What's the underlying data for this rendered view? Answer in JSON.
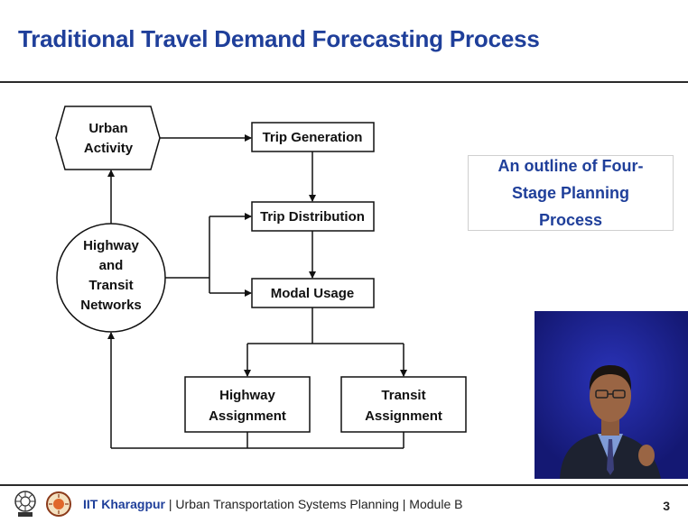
{
  "slide": {
    "title": "Traditional Travel Demand Forecasting Process"
  },
  "diagram": {
    "urban_activity": [
      "Urban",
      "Activity"
    ],
    "networks": [
      "Highway",
      "and",
      "Transit",
      "Networks"
    ],
    "trip_generation": "Trip Generation",
    "trip_distribution": "Trip Distribution",
    "modal_usage": "Modal Usage",
    "highway_assignment": [
      "Highway",
      "Assignment"
    ],
    "transit_assignment": [
      "Transit",
      "Assignment"
    ]
  },
  "outline": {
    "line1": "An outline of Four-",
    "line2": "Stage Planning Process"
  },
  "footer": {
    "org": "IIT Kharagpur",
    "course": " | Urban Transportation Systems Planning | Module B",
    "page": "3"
  },
  "colors": {
    "title_blue": "#1f3f9a",
    "video_bg": "#1a1f8c"
  },
  "icons": [
    "iit-emblem-icon",
    "iit-logo-icon"
  ]
}
